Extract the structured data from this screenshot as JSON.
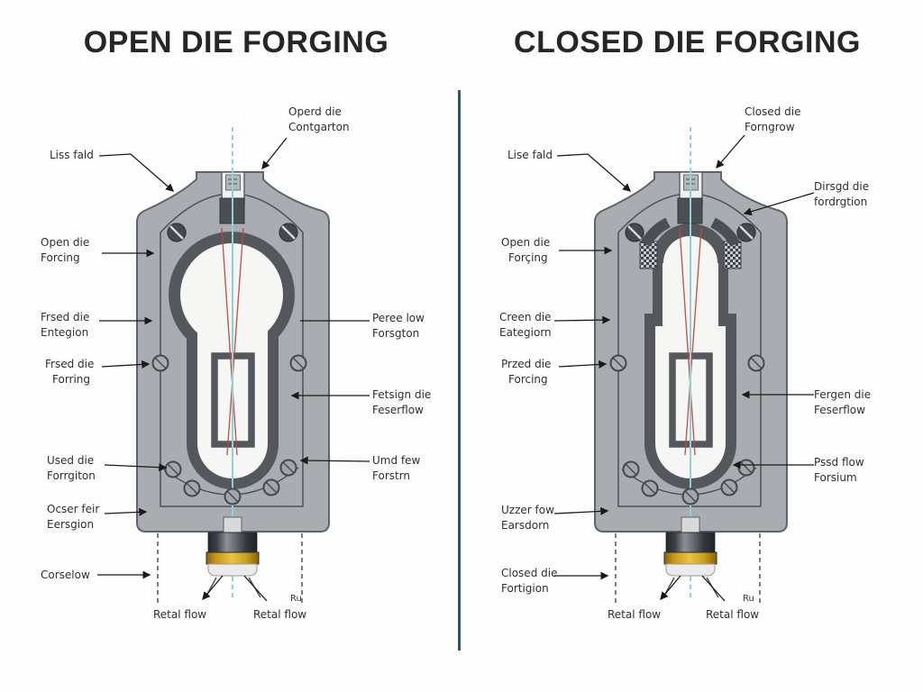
{
  "titles": {
    "left": "OPEN DIE FORGING",
    "right": "CLOSED DIE FORGING"
  },
  "left_diagram": {
    "labels": {
      "liss_fald": {
        "l1": "Liss fald"
      },
      "open_die": {
        "l1": "Open die",
        "l2": "Forcing"
      },
      "frsed_entegion": {
        "l1": "Frsed die",
        "l2": "Entegion"
      },
      "frsed_forring": {
        "l1": "Frsed die",
        "l2": "Forring"
      },
      "used_forrgiton": {
        "l1": "Used die",
        "l2": "Forrgiton"
      },
      "ocser_eersgion": {
        "l1": "Ocser feir",
        "l2": "Eersgion"
      },
      "corselow": {
        "l1": "Corselow"
      },
      "operd_contgarton": {
        "l1": "Operd die",
        "l2": "Contgarton"
      },
      "peree_forsgton": {
        "l1": "Peree low",
        "l2": "Forsgton"
      },
      "fetsign_feserflow": {
        "l1": "Fetsign die",
        "l2": "Feserflow"
      },
      "umd_forstrn": {
        "l1": "Umd few",
        "l2": "Forstrn"
      },
      "retal_flow_1": {
        "l1": "Retal flow"
      },
      "retal_flow_2": {
        "l1": "Retal flow"
      },
      "ru": {
        "l1": "Ru"
      }
    }
  },
  "right_diagram": {
    "labels": {
      "lise_fald": {
        "l1": "Lise fald"
      },
      "open_die": {
        "l1": "Open die",
        "l2": "Forçing"
      },
      "creen_eategiorn": {
        "l1": "Creen die",
        "l2": "Eategiorn"
      },
      "przed_forcing": {
        "l1": "Przed die",
        "l2": "Forcing"
      },
      "uzzer_earsdorn": {
        "l1": "Uzzer fow",
        "l2": "Earsdorn"
      },
      "closed_fortigion": {
        "l1": "Closed die",
        "l2": "Fortigion"
      },
      "closed_forngrow": {
        "l1": "Closed die",
        "l2": "Forngrow"
      },
      "dirsgd_fordrgtion": {
        "l1": "Dirsgd die",
        "l2": "fordrgtion"
      },
      "fergen_feserflow": {
        "l1": "Fergen die",
        "l2": "Feserflow"
      },
      "pssd_forsium": {
        "l1": "Pssd flow",
        "l2": "Forsium"
      },
      "retal_flow_1": {
        "l1": "Retal flow"
      },
      "retal_flow_2": {
        "l1": "Retal flow"
      },
      "ru": {
        "l1": "Ru"
      }
    }
  },
  "colors": {
    "body_grey": "#a9adb2",
    "die_dark": "#54585d",
    "cavity_white": "#f6f6f5",
    "red_flow_line": "#c1453a",
    "cyan_centerline": "#8ed0dd",
    "gold_band": "#e0a92c",
    "divider": "#305863"
  }
}
